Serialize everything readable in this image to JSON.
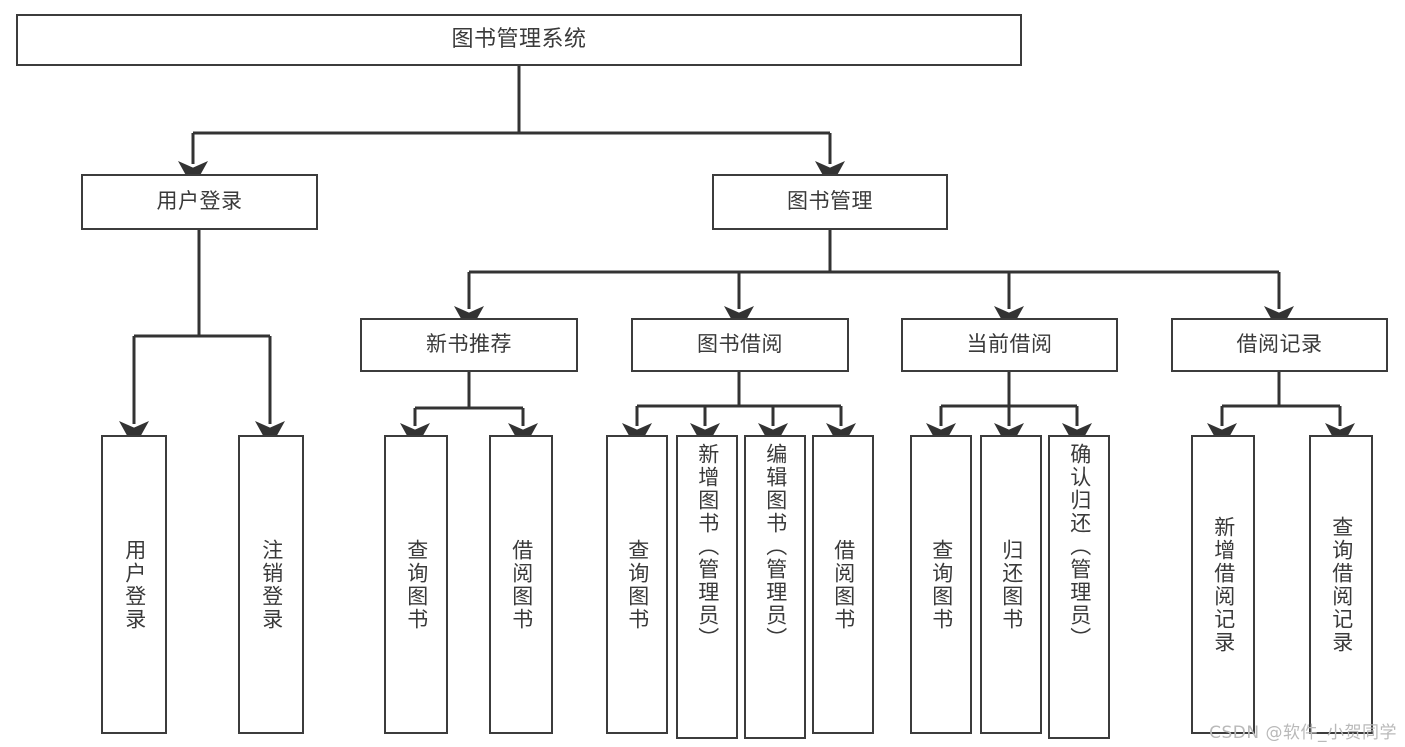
{
  "diagram": {
    "title": "图书管理系统",
    "type": "function-structure-tree",
    "watermark": "CSDN @软件_小贺同学",
    "colors": {
      "background": "#ffffff",
      "node_border": "#3c3c3c",
      "node_fill": "#ffffff",
      "text": "#3a3a3a",
      "edge": "#333333",
      "watermark": "#b9b9b9"
    },
    "nodes": {
      "root": {
        "label": "图书管理系统"
      },
      "level1": [
        {
          "id": "user-login",
          "label": "用户登录"
        },
        {
          "id": "book-manage",
          "label": "图书管理"
        }
      ],
      "level2": [
        {
          "id": "new-book-recommend",
          "label": "新书推荐"
        },
        {
          "id": "book-borrow",
          "label": "图书借阅"
        },
        {
          "id": "current-borrow",
          "label": "当前借阅"
        },
        {
          "id": "borrow-record",
          "label": "借阅记录"
        }
      ],
      "leaves": [
        {
          "id": "leaf-user-login",
          "label": "用户登录",
          "parent": "user-login"
        },
        {
          "id": "leaf-logout",
          "label": "注销登录",
          "parent": "user-login"
        },
        {
          "id": "leaf-query-book-1",
          "label": "查询图书",
          "parent": "new-book-recommend"
        },
        {
          "id": "leaf-borrow-book-1",
          "label": "借阅图书",
          "parent": "new-book-recommend"
        },
        {
          "id": "leaf-query-book-2",
          "label": "查询图书",
          "parent": "book-borrow"
        },
        {
          "id": "leaf-add-book",
          "label": "新增图书（管理员）",
          "parent": "book-borrow"
        },
        {
          "id": "leaf-edit-book",
          "label": "编辑图书（管理员）",
          "parent": "book-borrow"
        },
        {
          "id": "leaf-borrow-book-2",
          "label": "借阅图书",
          "parent": "book-borrow"
        },
        {
          "id": "leaf-query-book-3",
          "label": "查询图书",
          "parent": "current-borrow"
        },
        {
          "id": "leaf-return-book",
          "label": "归还图书",
          "parent": "current-borrow"
        },
        {
          "id": "leaf-confirm-return",
          "label": "确认归还（管理员）",
          "parent": "current-borrow"
        },
        {
          "id": "leaf-add-record",
          "label": "新增借阅记录",
          "parent": "borrow-record"
        },
        {
          "id": "leaf-query-record",
          "label": "查询借阅记录",
          "parent": "borrow-record"
        }
      ]
    }
  }
}
